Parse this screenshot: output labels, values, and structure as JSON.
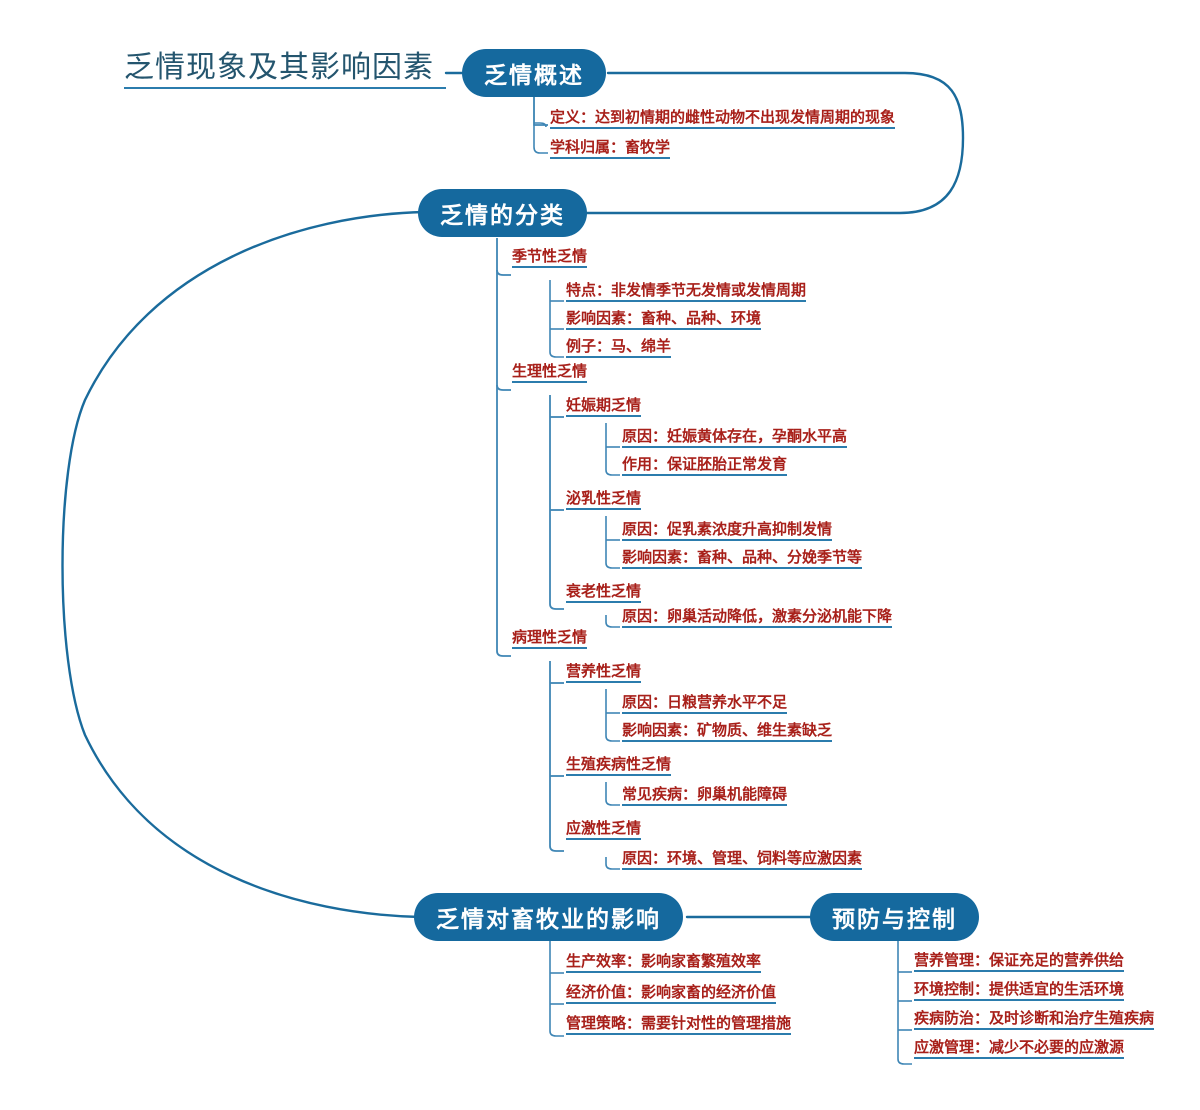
{
  "meta": {
    "kind": "mindmap",
    "node_fill": "#15699e",
    "node_text": "#ffffff",
    "leaf_text": "#a8201a",
    "line_color": "#1a6b9c",
    "underline_color": "#2b7cad",
    "root_text_color": "#24556e",
    "background": "#ffffff"
  },
  "root": {
    "label": "乏情现象及其影响因素"
  },
  "branches": [
    {
      "id": "overview",
      "label": "乏情概述",
      "items": [
        {
          "label": "定义：达到初情期的雌性动物不出现发情周期的现象"
        },
        {
          "label": "学科归属：畜牧学"
        }
      ]
    },
    {
      "id": "classification",
      "label": "乏情的分类",
      "groups": [
        {
          "label": "季节性乏情",
          "items": [
            {
              "label": "特点：非发情季节无发情或发情周期"
            },
            {
              "label": "影响因素：畜种、品种、环境"
            },
            {
              "label": "例子：马、绵羊"
            }
          ]
        },
        {
          "label": "生理性乏情",
          "subgroups": [
            {
              "label": "妊娠期乏情",
              "items": [
                {
                  "label": "原因：妊娠黄体存在，孕酮水平高"
                },
                {
                  "label": "作用：保证胚胎正常发育"
                }
              ]
            },
            {
              "label": "泌乳性乏情",
              "items": [
                {
                  "label": "原因：促乳素浓度升高抑制发情"
                },
                {
                  "label": "影响因素：畜种、品种、分娩季节等"
                }
              ]
            },
            {
              "label": "衰老性乏情",
              "items": [
                {
                  "label": "原因：卵巢活动降低，激素分泌机能下降"
                }
              ]
            }
          ]
        },
        {
          "label": "病理性乏情",
          "subgroups": [
            {
              "label": "营养性乏情",
              "items": [
                {
                  "label": "原因：日粮营养水平不足"
                },
                {
                  "label": "影响因素：矿物质、维生素缺乏"
                }
              ]
            },
            {
              "label": "生殖疾病性乏情",
              "items": [
                {
                  "label": "常见疾病：卵巢机能障碍"
                }
              ]
            },
            {
              "label": "应激性乏情",
              "items": [
                {
                  "label": "原因：环境、管理、饲料等应激因素"
                }
              ]
            }
          ]
        }
      ]
    },
    {
      "id": "impact",
      "label": "乏情对畜牧业的影响",
      "items": [
        {
          "label": "生产效率：影响家畜繁殖效率"
        },
        {
          "label": "经济价值：影响家畜的经济价值"
        },
        {
          "label": "管理策略：需要针对性的管理措施"
        }
      ]
    },
    {
      "id": "prevention",
      "label": "预防与控制",
      "items": [
        {
          "label": "营养管理：保证充足的营养供给"
        },
        {
          "label": "环境控制：提供适宜的生活环境"
        },
        {
          "label": "疾病防治：及时诊断和治疗生殖疾病"
        },
        {
          "label": "应激管理：减少不必要的应激源"
        }
      ]
    }
  ]
}
